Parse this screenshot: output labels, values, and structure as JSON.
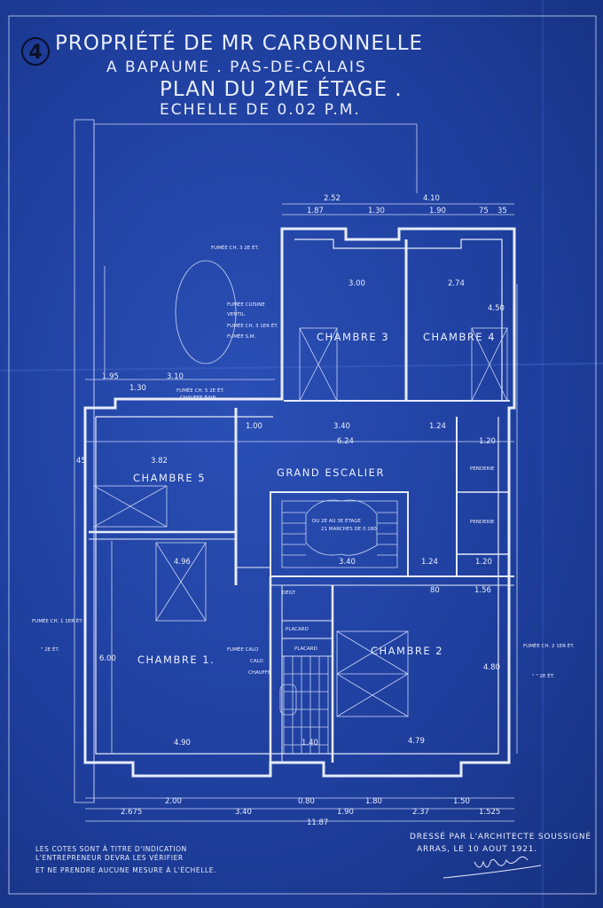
{
  "header": {
    "sheet_number": "4",
    "title_line1": "PROPRIÉTÉ DE MR CARBONNELLE",
    "title_line2": "A BAPAUME . PAS-DE-CALAIS",
    "title_line3": "PLAN DU 2ME ÉTAGE .",
    "scale": "ECHELLE DE 0.02 P.M."
  },
  "rooms": {
    "chambre_3": "CHAMBRE 3",
    "chambre_4": "CHAMBRE 4",
    "chambre_5": "CHAMBRE 5",
    "grand_escalier": "GRAND ESCALIER",
    "chambre_1": "CHAMBRE 1.",
    "chambre_2": "CHAMBRE 2",
    "penderie_1": "PENDERIE",
    "penderie_2": "PENDERIE",
    "placard_1": "PLACARD",
    "placard_2": "PLACARD",
    "degagement": "DÉGT"
  },
  "stair": {
    "line1": "DU 2E AU 3E ÉTAGE",
    "line2": "21 MARCHES DE 0.180"
  },
  "annotations": {
    "fumee_ch3_2e": "FUMÉE CH. 3 2E ÉT.",
    "fumee_cuisine": "FUMÉE CUISINE",
    "ventil": "VENTIL.",
    "fumee_ch3_1er": "FUMÉE CH. 3 1ER ÉT.",
    "fumee_sm": "FUMÉE S.M.",
    "fumee_ch5_2e": "FUMÉE CH. 5 2E ÉT.",
    "chauffe_bain": "CHAUFFE BAIN",
    "fumee_ch1_1er": "FUMÉE CH. 1 1ER ÉT.",
    "ch1_2e": "\" 2E ÉT.",
    "fumee_calo": "FUMÉE CALO",
    "calo": "CALO",
    "chauffe": "CHAUFFE",
    "fumee_ch2_1er": "FUMÉE CH. 2 1ER ÉT.",
    "ch2_2e": "\" \" 2E ÉT."
  },
  "dims": {
    "d_2_52": "2.52",
    "d_4_10": "4.10",
    "d_1_87": "1.87",
    "d_1_30": "1.30",
    "d_1_90": "1.90",
    "d_75": "75",
    "d_35_top": "35",
    "d_3_00": "3.00",
    "d_2_74": "2.74",
    "d_1_95": "1.95",
    "d_3_10": "3.10",
    "d_1_30_left": "1.30",
    "d_1_00": "1.00",
    "d_3_40_top": "3.40",
    "d_1_24_top": "1.24",
    "d_6_24": "6.24",
    "d_3_82": "3.82",
    "d_1_20_top": "1.20",
    "d_3_40_stair": "3.40",
    "d_1_24_stair": "1.24",
    "d_1_20_bottom": "1.20",
    "d_4_96": "4.96",
    "d_80": "80",
    "d_1_56": "1.56",
    "d_4_90": "4.90",
    "d_4_79": "4.79",
    "d_1_40": "1.40",
    "d_2_00": "2.00",
    "d_0_80": "0.80",
    "d_1_80": "1.80",
    "d_1_50": "1.50",
    "d_2_675": "2.675",
    "d_3_40_bottom": "3.40",
    "d_1_90_bottom": "1.90",
    "d_2_37": "2.37",
    "d_1_525": "1.525",
    "d_11_87": "11.87",
    "d_6_00": "6.00",
    "d_4_80": "4.80",
    "d_4_50": "4.50",
    "d_45": "45"
  },
  "notes": {
    "line1": "LES COTES SONT À TITRE D'INDICATION",
    "line2": "L'ENTREPRENEUR DEVRA LES VÉRIFIER",
    "line3": "ET NE PRENDRE AUCUNE MESURE À L'ÉCHELLE."
  },
  "signature": {
    "line1": "DRESSÉ PAR L'ARCHITECTE SOUSSIGNÉ",
    "line2": "ARRAS, LE 10 AOUT 1921."
  }
}
